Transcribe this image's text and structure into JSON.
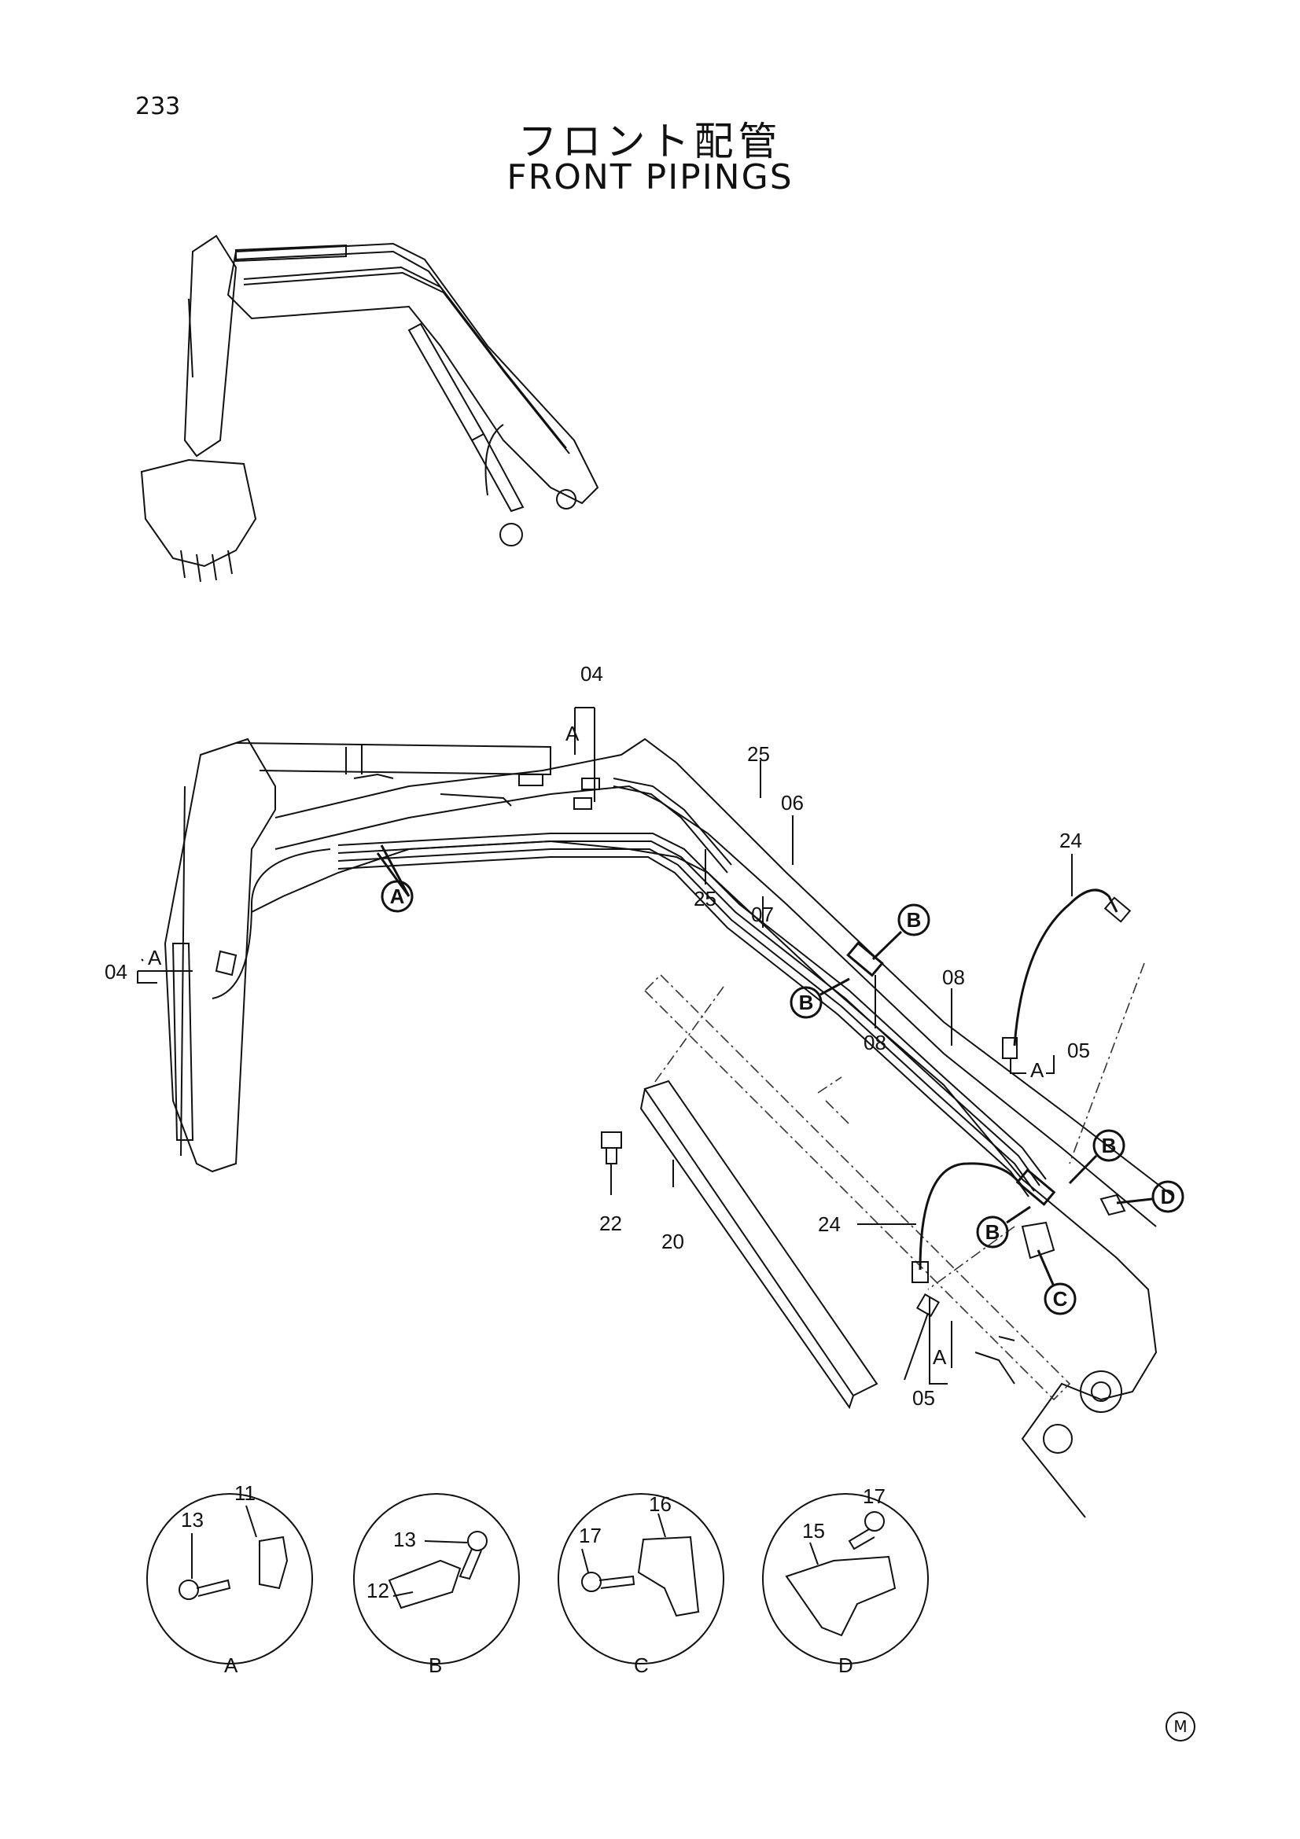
{
  "page_number": "233",
  "title_jp": "フロント配管",
  "title_en": "FRONT PIPINGS",
  "part_labels": [
    "04",
    "04",
    "25",
    "25",
    "06",
    "07",
    "08",
    "08",
    "24",
    "24",
    "05",
    "05",
    "20",
    "22"
  ],
  "reference_labels": [
    "A",
    "A",
    "A",
    "A"
  ],
  "callouts": [
    "A",
    "B",
    "B",
    "B",
    "B",
    "C",
    "D"
  ],
  "details": [
    {
      "letter": "A",
      "parts": [
        "13",
        "11"
      ]
    },
    {
      "letter": "B",
      "parts": [
        "13",
        "12"
      ]
    },
    {
      "letter": "C",
      "parts": [
        "17",
        "16"
      ]
    },
    {
      "letter": "D",
      "parts": [
        "15",
        "17"
      ]
    }
  ],
  "manufacturer_mark": "M"
}
